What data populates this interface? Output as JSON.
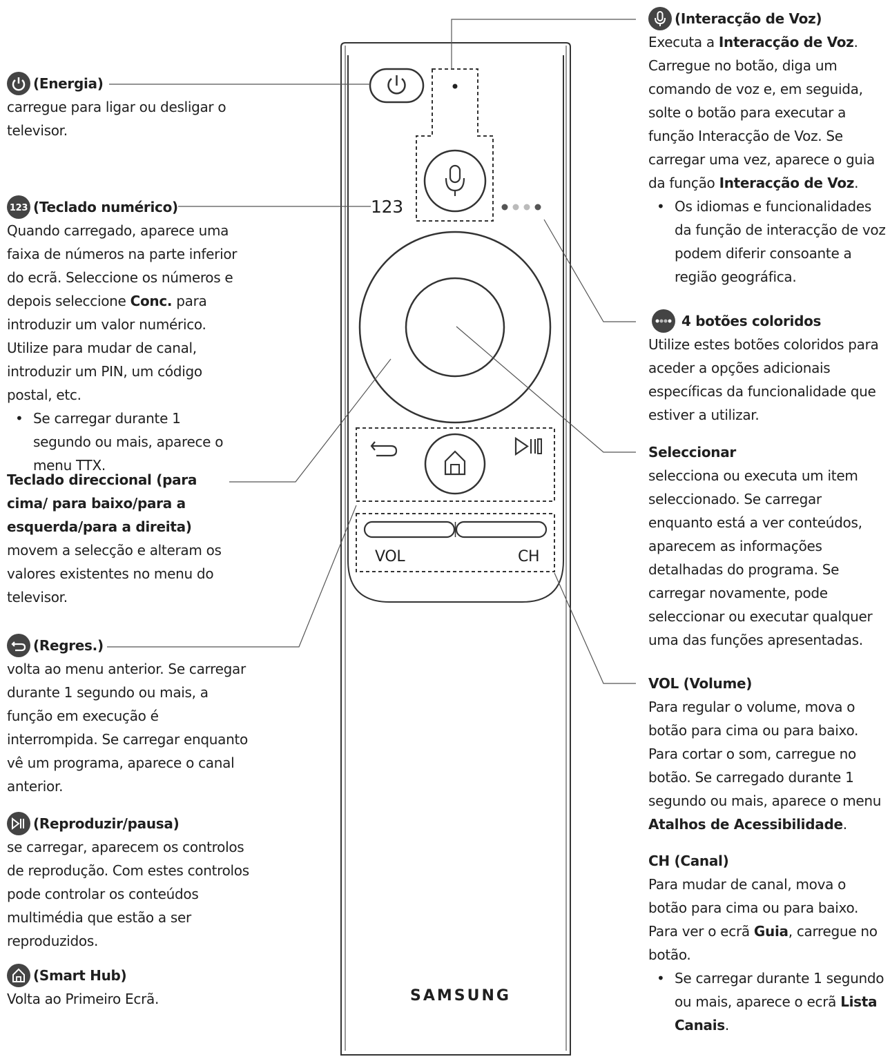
{
  "remote": {
    "label_123": "123",
    "label_vol": "VOL",
    "label_ch": "CH",
    "brand": "SAMSUNG"
  },
  "sections": {
    "power": {
      "title": "(Energia)",
      "text": "carregue para ligar ou desligar o televisor."
    },
    "numeric": {
      "title": "(Teclado numérico)",
      "text_a": "Quando carregado, aparece uma faixa de números na parte inferior do ecrã. Seleccione os números e depois seleccione ",
      "text_b": "Conc.",
      "text_c": " para introduzir um valor numérico. Utilize para mudar de canal, introduzir um PIN, um código postal, etc.",
      "bullet": "Se carregar durante 1 segundo ou mais, aparece o menu TTX."
    },
    "dpad": {
      "title": "Teclado direccional (para cima/ para baixo/para a esquerda/para a direita)",
      "text": "movem a selecção e alteram os valores existentes no menu do televisor."
    },
    "return": {
      "title": "(Regres.)",
      "text": "volta ao menu anterior. Se carregar durante 1 segundo ou mais, a função em execução é interrompida. Se carregar enquanto vê um programa, aparece o canal anterior."
    },
    "play": {
      "title": "(Reproduzir/pausa)",
      "text": "se carregar, aparecem os controlos de reprodução. Com estes controlos pode controlar os conteúdos multimédia que estão a ser reproduzidos."
    },
    "smarthub": {
      "title": "(Smart Hub)",
      "text": "Volta ao Primeiro Ecrã."
    },
    "voice": {
      "title": "(Interacção de Voz)",
      "text_a": "Executa a ",
      "text_b": "Interacção de Voz",
      "text_c": ". Carregue no botão, diga um comando de voz e, em seguida, solte o botão para executar a função Interacção de Voz. Se carregar uma vez, aparece o guia da função ",
      "text_d": "Interacção de Voz",
      "text_e": ".",
      "bullet": "Os idiomas e funcionalidades da função de interacção de voz podem diferir consoante a região geográfica."
    },
    "color": {
      "title": "4 botões coloridos",
      "text": "Utilize estes botões coloridos para aceder a opções adicionais específicas da funcionalidade que estiver a utilizar."
    },
    "select": {
      "title": "Seleccionar",
      "text": "selecciona ou executa um item seleccionado. Se carregar enquanto está a ver conteúdos, aparecem as informações detalhadas do programa. Se carregar novamente, pode seleccionar ou executar qualquer uma das funções apresentadas."
    },
    "volume": {
      "title": "VOL (Volume)",
      "text_a": "Para regular o volume, mova o botão para cima ou para baixo. Para cortar o som, carregue no botão. Se carregado durante 1 segundo ou mais, aparece o menu ",
      "text_b": "Atalhos de Acessibilidade",
      "text_c": "."
    },
    "channel": {
      "title": "CH (Canal)",
      "text_a": "Para mudar de canal, mova o botão para cima ou para baixo. Para ver o ecrã ",
      "text_b": "Guia",
      "text_c": ", carregue no botão.",
      "bullet_a": "Se carregar durante 1 segundo ou mais, aparece o ecrã ",
      "bullet_b": "Lista Canais",
      "bullet_c": "."
    }
  }
}
